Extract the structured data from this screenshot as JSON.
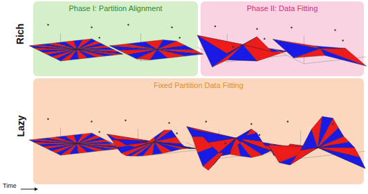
{
  "diagram": {
    "nodes": [
      {
        "text": [
          "Phase I: Partition Alignment"
        ]
      },
      {
        "text": [
          "Phase II: Data Fitting"
        ]
      },
      {
        "text": [
          "Fixed Partition Data Fitting"
        ]
      }
    ],
    "labels": [
      "Rich",
      "Lazy",
      "Time"
    ]
  }
}
